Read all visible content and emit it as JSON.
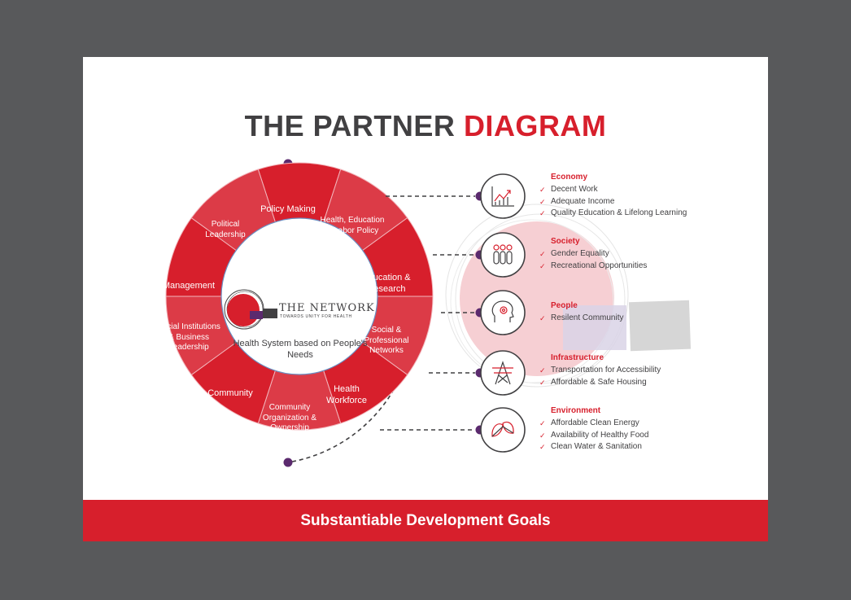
{
  "title": {
    "part1": "THE PARTNER",
    "part2": "DIAGRAM"
  },
  "footer": "Substantiable Development Goals",
  "wheel": {
    "segments": [
      {
        "label": "Policy Making"
      },
      {
        "label": "Health, Education & Labor Policy"
      },
      {
        "label": "Education & Research"
      },
      {
        "label": "Social & Professional Networks"
      },
      {
        "label": "Health Workforce"
      },
      {
        "label": "Community Organization & Ownership"
      },
      {
        "label": "Community"
      },
      {
        "label": "Social Institutions & Business Leadership"
      },
      {
        "label": "Management"
      },
      {
        "label": "Political Leadership"
      }
    ],
    "center_text": "Health System based on People's Needs",
    "logo": {
      "name": "THE NETWORK",
      "tagline": "TOWARDS UNITY FOR HEALTH"
    }
  },
  "goals": [
    {
      "title": "Economy",
      "icon": "chart-icon",
      "items": [
        "Decent Work",
        "Adequate Income",
        "Quality Education & Lifelong Learning"
      ]
    },
    {
      "title": "Society",
      "icon": "people-icon",
      "items": [
        "Gender Equality",
        "Recreational Opportunities"
      ]
    },
    {
      "title": "People",
      "icon": "head-gear-icon",
      "items": [
        "Resilent Community"
      ]
    },
    {
      "title": "Infrastructure",
      "icon": "tower-icon",
      "items": [
        "Transportation for Accessibility",
        "Affordable & Safe Housing"
      ]
    },
    {
      "title": "Environment",
      "icon": "leaf-icon",
      "items": [
        "Affordable Clean Energy",
        "Availability of Healthy Food",
        "Clean Water & Sanitation"
      ]
    }
  ],
  "colors": {
    "accent": "#d71f2c",
    "dot": "#5b2a6e",
    "dark_text": "#414042"
  }
}
